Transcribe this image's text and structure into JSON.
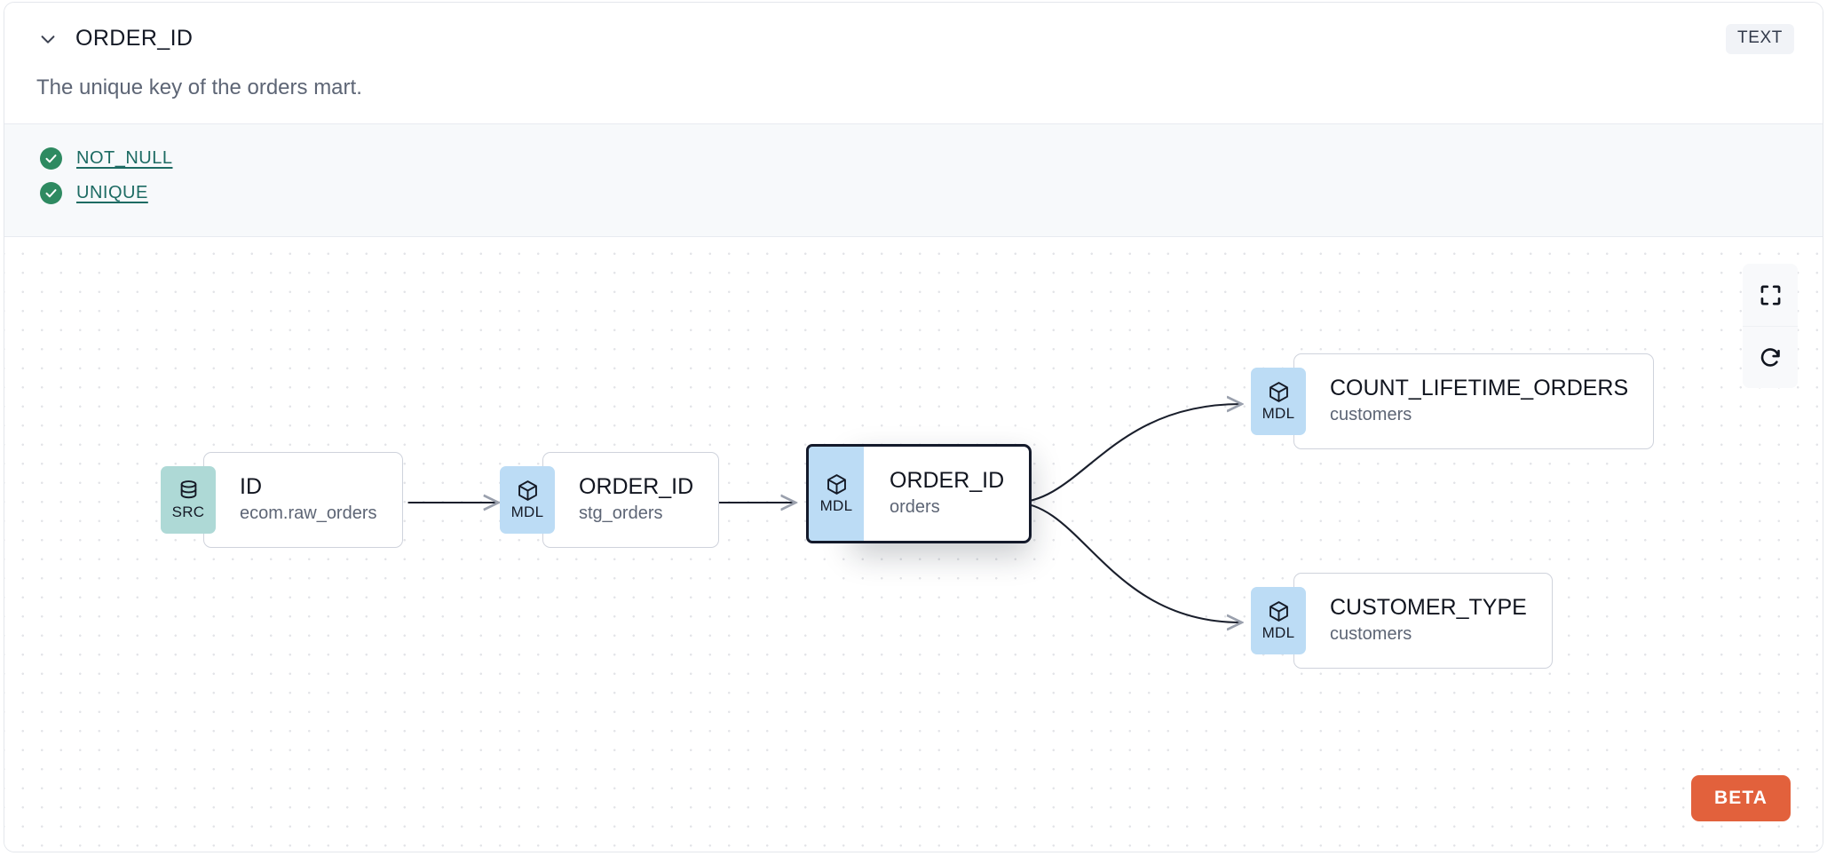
{
  "header": {
    "column_name": "ORDER_ID",
    "type_badge": "TEXT",
    "description": "The unique key of the orders mart.",
    "collapse_icon": "chevron-down-icon"
  },
  "tests": [
    {
      "label": "NOT_NULL",
      "status": "passed",
      "icon": "check-circle-icon"
    },
    {
      "label": "UNIQUE",
      "status": "passed",
      "icon": "check-circle-icon"
    }
  ],
  "lineage": {
    "nodes": [
      {
        "id": "src-id",
        "badge": "SRC",
        "badge_icon": "database-icon",
        "name": "ID",
        "subtitle": "ecom.raw_orders",
        "selected": false
      },
      {
        "id": "mdl-stg-orders",
        "badge": "MDL",
        "badge_icon": "cube-icon",
        "name": "ORDER_ID",
        "subtitle": "stg_orders",
        "selected": false
      },
      {
        "id": "mdl-orders",
        "badge": "MDL",
        "badge_icon": "cube-icon",
        "name": "ORDER_ID",
        "subtitle": "orders",
        "selected": true
      },
      {
        "id": "mdl-count-lifetime-orders",
        "badge": "MDL",
        "badge_icon": "cube-icon",
        "name": "COUNT_LIFETIME_ORDERS",
        "subtitle": "customers",
        "selected": false
      },
      {
        "id": "mdl-customer-type",
        "badge": "MDL",
        "badge_icon": "cube-icon",
        "name": "CUSTOMER_TYPE",
        "subtitle": "customers",
        "selected": false
      }
    ],
    "controls": [
      {
        "id": "fit-view",
        "icon": "fit-view-icon"
      },
      {
        "id": "reset",
        "icon": "refresh-icon"
      }
    ],
    "beta_label": "BETA"
  },
  "colors": {
    "src_badge": "#aed9d6",
    "mdl_badge": "#bcdcf5",
    "test_pass": "#2e8a61",
    "test_link": "#1d6b63",
    "beta": "#e2613c",
    "selected_border": "#141a2b"
  }
}
